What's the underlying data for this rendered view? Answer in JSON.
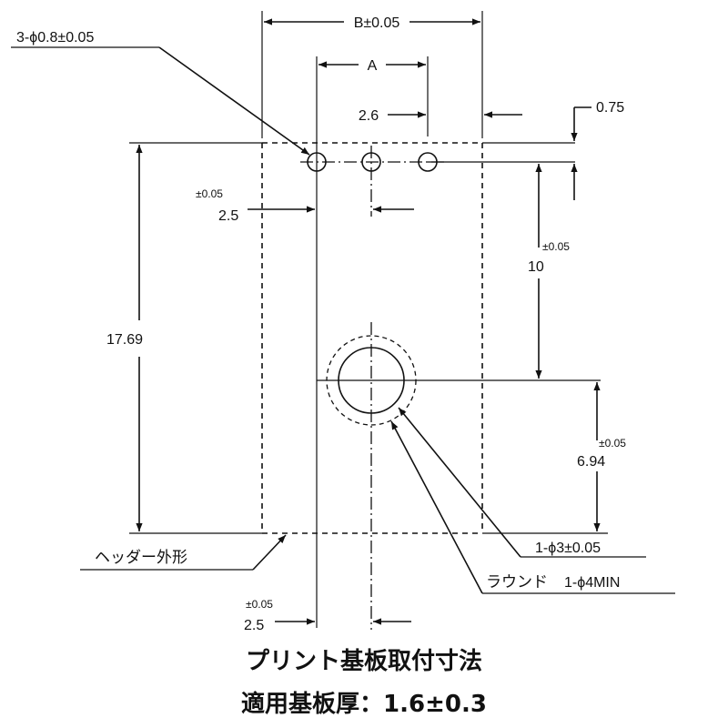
{
  "labels": {
    "hole_spec": "3-ϕ0.8±0.05",
    "width_b": "B±0.05",
    "spacing_a": "A",
    "pitch": "2.6",
    "edge_margin": "0.75",
    "left_offset_tol": "±0.05",
    "left_offset": "2.5",
    "height_total": "17.69",
    "vertical_gap_tol": "±0.05",
    "vertical_gap": "10",
    "mount_height_tol": "±0.05",
    "mount_height": "6.94",
    "header_outline": "ヘッダー外形",
    "mount_hole": "1-ϕ3±0.05",
    "round_prefix": "ラウンド",
    "round_spec": "1-ϕ4MIN",
    "bottom_offset_tol": "±0.05",
    "bottom_offset": "2.5"
  },
  "caption": {
    "line1": "プリント基板取付寸法",
    "line2": "適用基板厚：1.6±0.3"
  }
}
